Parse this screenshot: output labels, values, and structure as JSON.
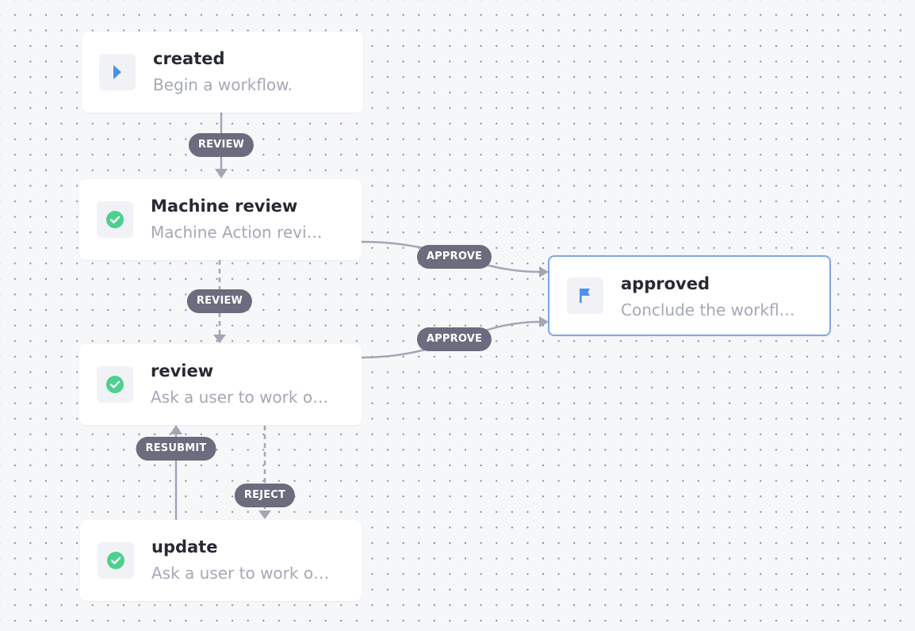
{
  "nodes": {
    "created": {
      "title": "created",
      "description": "Begin a workflow.",
      "icon": "play-icon"
    },
    "machine_review": {
      "title": "Machine review",
      "description": "Machine Action revi…",
      "icon": "check-circle-icon"
    },
    "review": {
      "title": "review",
      "description": "Ask a user to work o…",
      "icon": "check-circle-icon"
    },
    "update": {
      "title": "update",
      "description": "Ask a user to work o…",
      "icon": "check-circle-icon"
    },
    "approved": {
      "title": "approved",
      "description": "Conclude the workfl…",
      "icon": "flag-icon",
      "selected": true
    }
  },
  "edges": {
    "created_to_machine_review": {
      "label": "REVIEW",
      "from": "created",
      "to": "machine_review",
      "style": "solid"
    },
    "machine_review_to_review": {
      "label": "REVIEW",
      "from": "machine_review",
      "to": "review",
      "style": "dashed"
    },
    "machine_review_to_approved": {
      "label": "APPROVE",
      "from": "machine_review",
      "to": "approved",
      "style": "solid"
    },
    "review_to_approved": {
      "label": "APPROVE",
      "from": "review",
      "to": "approved",
      "style": "solid"
    },
    "update_to_review": {
      "label": "RESUBMIT",
      "from": "update",
      "to": "review",
      "style": "solid"
    },
    "review_to_update": {
      "label": "REJECT",
      "from": "review",
      "to": "update",
      "style": "dashed"
    }
  },
  "colors": {
    "edge": "#a4a6b6",
    "label_bg": "#6b6c7d",
    "check": "#4cd08f",
    "accent": "#4b91ea",
    "selected_border": "#7fa7e4"
  }
}
